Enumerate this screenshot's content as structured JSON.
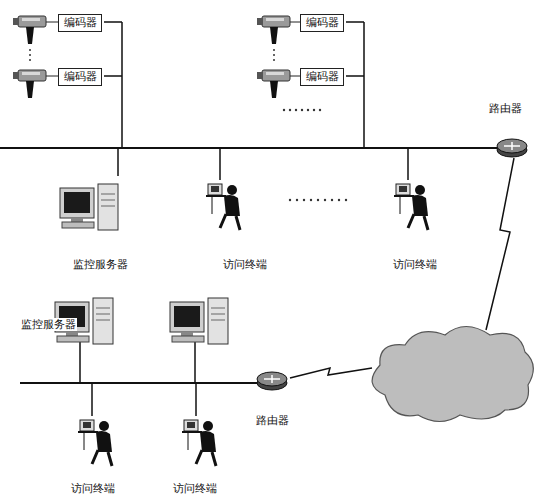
{
  "diagram": {
    "nodes": [
      {
        "text": [
          "编码器"
        ]
      },
      {
        "text": [
          "编码器"
        ]
      },
      {
        "text": [
          "编码器"
        ]
      },
      {
        "text": [
          "编码器"
        ]
      }
    ],
    "labels": [
      "路由器",
      "监控服务器",
      "访问终端",
      "访问终端",
      "监控服务器",
      "路由器",
      "访问终端",
      "访问终端"
    ]
  }
}
